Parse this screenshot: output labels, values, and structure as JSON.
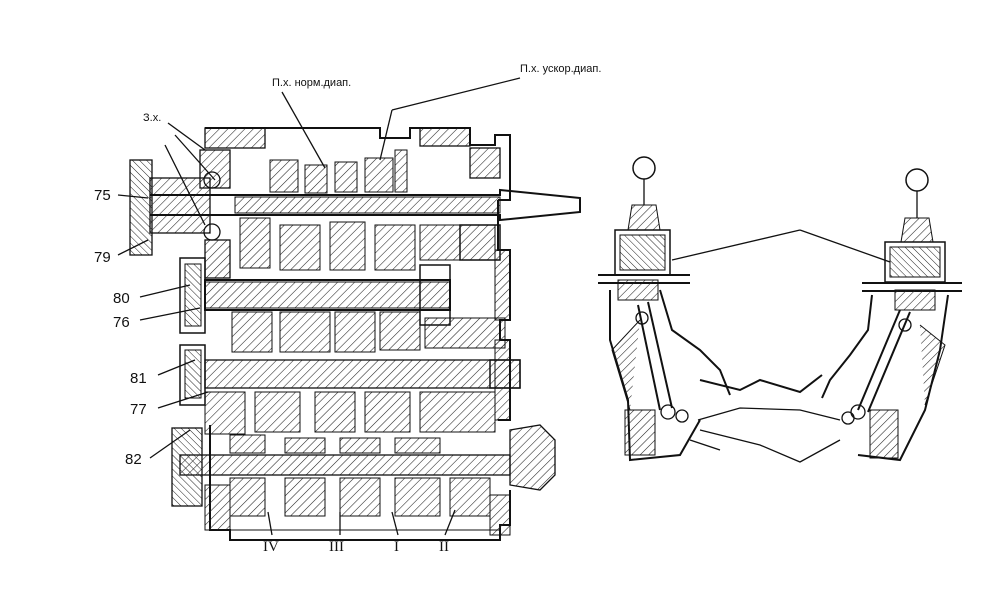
{
  "labels": {
    "zx": "З.х.",
    "ph_norm": "П.х. норм.диап.",
    "ph_uskor": "П.х. ускор.диап.",
    "n75": "75",
    "n79": "79",
    "n80": "80",
    "n76": "76",
    "n81": "81",
    "n77": "77",
    "n82": "82",
    "r4": "IV",
    "r3": "III",
    "r1": "I",
    "r2": "II"
  }
}
